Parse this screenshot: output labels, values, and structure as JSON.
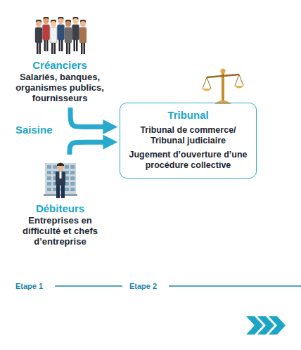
{
  "diagram": {
    "nodes": [
      {
        "text": [
          "Créanciers",
          "Salariés, banques, organismes publics, fournisseurs"
        ]
      },
      {
        "text": [
          "Débiteurs",
          "Entreprises en difficulté et chefs d’entreprise"
        ]
      },
      {
        "text": [
          "Tribunal",
          "Tribunal de commerce/ Tribunal judiciaire",
          "Jugement d’ouverture d’une procédure collective"
        ]
      }
    ],
    "edges": [
      {
        "from": 0,
        "to": 2,
        "arrow": "to"
      },
      {
        "from": 1,
        "to": 2,
        "arrow": "to"
      }
    ],
    "labels": [
      "Saisine",
      "Etape 1",
      "Etape 2"
    ]
  }
}
